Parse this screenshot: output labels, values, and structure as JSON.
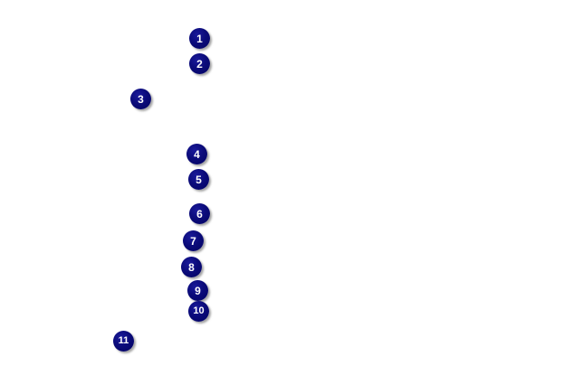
{
  "callouts": [
    {
      "label": "1"
    },
    {
      "label": "2"
    },
    {
      "label": "3"
    },
    {
      "label": "4"
    },
    {
      "label": "5"
    },
    {
      "label": "6"
    },
    {
      "label": "7"
    },
    {
      "label": "8"
    },
    {
      "label": "9"
    },
    {
      "label": "10"
    },
    {
      "label": "11"
    }
  ],
  "colors": {
    "marker_fill": "#0b0b7a",
    "marker_text": "#ffffff",
    "background": "#ffffff"
  }
}
